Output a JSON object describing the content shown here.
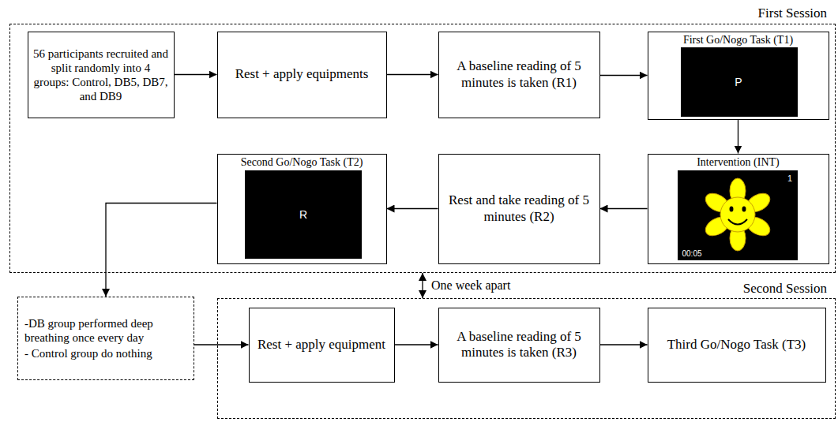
{
  "diagram": {
    "nodes": [
      {
        "text": [
          "First Session"
        ]
      },
      {
        "text": [
          "56 participants recruited and split randomly into 4 groups: Control, DB5, DB7, and DB9"
        ],
        "in": 0
      },
      {
        "text": [
          "Rest + apply equipments"
        ],
        "in": 0
      },
      {
        "text": [
          "A baseline reading of 5 minutes is taken (R1)"
        ],
        "in": 0
      },
      {
        "text": [
          "First Go/Nogo Task (T1)"
        ],
        "in": 0
      },
      {
        "text": [
          "Intervention (INT)"
        ],
        "in": 0
      },
      {
        "text": [
          "Rest and take reading of 5 minutes (R2)"
        ],
        "in": 0
      },
      {
        "text": [
          "Second Go/Nogo Task (T2)"
        ],
        "in": 0
      },
      {
        "text": [
          "-DB group performed deep breathing once every day",
          "- Control group do nothing"
        ]
      },
      {
        "text": [
          "Second Session"
        ]
      },
      {
        "text": [
          "Rest + apply equipment"
        ],
        "in": 9
      },
      {
        "text": [
          "A baseline reading of 5 minutes is taken (R3)"
        ],
        "in": 9
      },
      {
        "text": [
          "Third Go/Nogo Task (T3)"
        ],
        "in": 9
      }
    ],
    "edges": [
      {
        "from": 1,
        "to": 2,
        "arrow": "to"
      },
      {
        "from": 2,
        "to": 3,
        "arrow": "to"
      },
      {
        "from": 3,
        "to": 4,
        "arrow": "to"
      },
      {
        "from": 4,
        "to": 5,
        "arrow": "to"
      },
      {
        "from": 5,
        "to": 6,
        "arrow": "to"
      },
      {
        "from": 6,
        "to": 7,
        "arrow": "to"
      },
      {
        "from": 7,
        "to": 8,
        "arrow": "to"
      },
      {
        "from": 8,
        "to": 10,
        "arrow": "to"
      },
      {
        "from": 10,
        "to": 11,
        "arrow": "to"
      },
      {
        "from": 11,
        "to": 12,
        "arrow": "to"
      },
      {
        "from": 0,
        "to": 9,
        "label": "One week apart",
        "arrow": "both"
      }
    ],
    "labels": [
      "P",
      "1",
      "00:05",
      "R"
    ]
  }
}
